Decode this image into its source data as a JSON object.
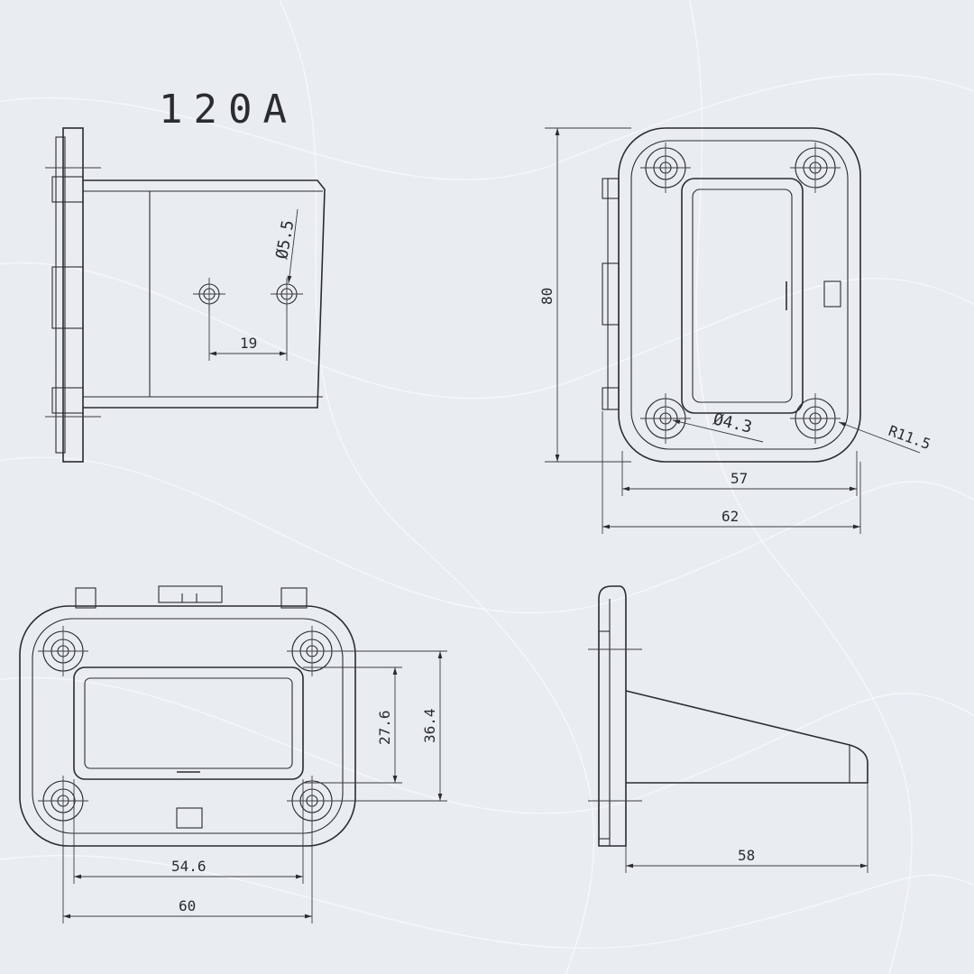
{
  "title": "120A",
  "dimensions": {
    "hole_diameter": "Ø5.5",
    "hole_spacing": "19",
    "height": "80",
    "inner_width": "57",
    "outer_width": "62",
    "mount_hole": "Ø4.3",
    "corner_radius": "R11.5",
    "height_inner": "27.6",
    "height_outer": "36.4",
    "width_inner": "54.6",
    "width_outer": "60",
    "depth": "58"
  },
  "colors": {
    "background": "#e9edf2",
    "line": "#2a2c30"
  }
}
